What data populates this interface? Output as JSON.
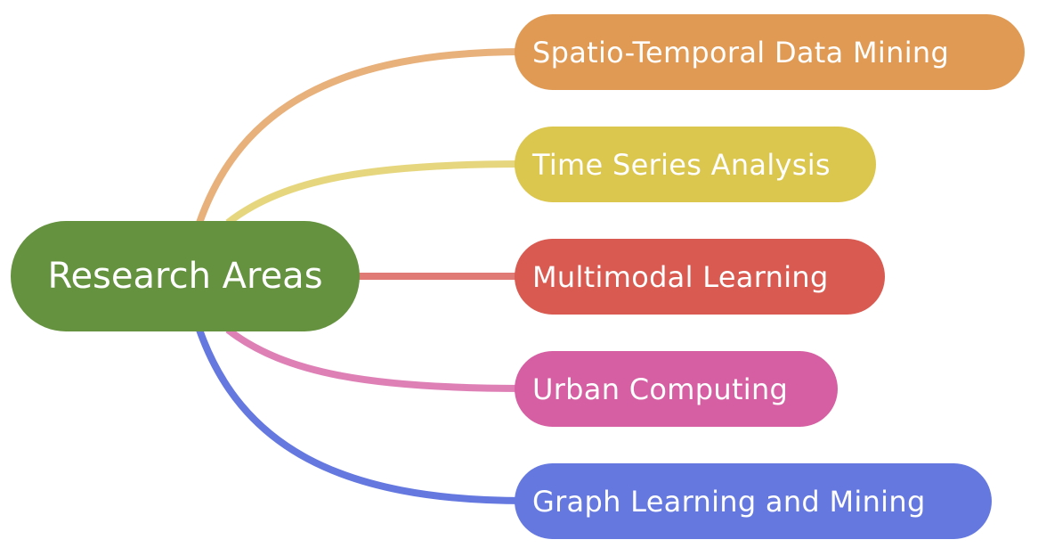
{
  "root": {
    "label": "Research Areas",
    "color": "#65923F"
  },
  "branches": [
    {
      "label": "Spatio-Temporal Data Mining",
      "color": "#E09A53",
      "link_color": "#E8B07A"
    },
    {
      "label": "Time Series Analysis",
      "color": "#DBC64E",
      "link_color": "#E6D77E"
    },
    {
      "label": "Multimodal Learning",
      "color": "#D85A51",
      "link_color": "#DF7B74"
    },
    {
      "label": "Urban Computing",
      "color": "#D55FA2",
      "link_color": "#DE80B6"
    },
    {
      "label": "Graph Learning and Mining",
      "color": "#6478E0",
      "link_color": "#6478E0"
    }
  ]
}
